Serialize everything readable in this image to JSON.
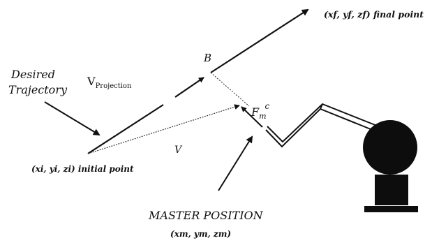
{
  "labels": {
    "final_point": "(xf, yf, zf) final point",
    "initial_point": "(xi, yi, zi) initial point",
    "desired_trajectory_line1": "Desired",
    "desired_trajectory_line2": "Trajectory",
    "v_projection_main": "V",
    "v_projection_sub": "Projection",
    "point_b": "B",
    "force_main": "F",
    "force_sub": "m",
    "force_sup": "c",
    "vector_v": "V",
    "master_position": "MASTER POSITION",
    "master_coords": "(xm, ym, zm)"
  },
  "colors": {
    "ink": "#111111",
    "background": "#ffffff"
  }
}
